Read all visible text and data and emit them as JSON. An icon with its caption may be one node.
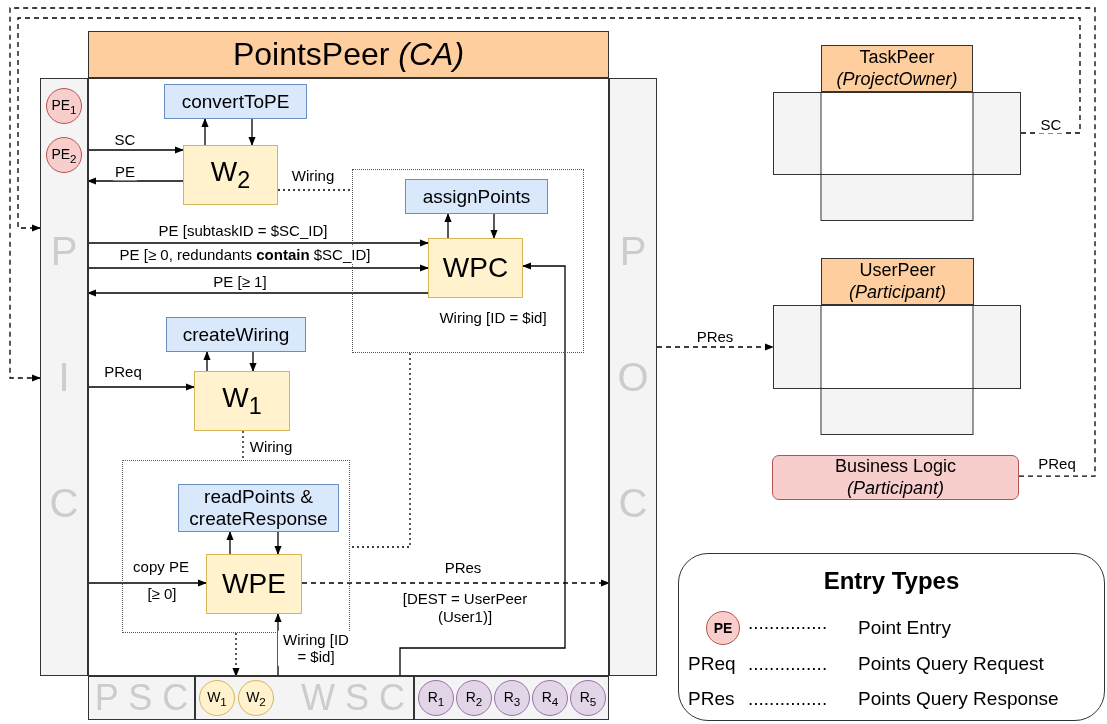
{
  "diagram": {
    "nodes": [
      {
        "text": [
          "PointsPeer *(CA)*"
        ]
      },
      {
        "text": [
          "P",
          "I",
          "C"
        ]
      },
      {
        "text": [
          "PE$_{1}$"
        ],
        "in": 1
      },
      {
        "text": [
          "PE$_{2}$"
        ],
        "in": 1
      },
      {
        "text": [],
        "shape": "box"
      },
      {
        "text": [
          "convertToPE"
        ],
        "in": 4
      },
      {
        "text": [
          "W$_{2}$"
        ],
        "in": 4
      },
      {
        "text": [],
        "shape": "box",
        "in": 4
      },
      {
        "text": [
          "assignPoints"
        ],
        "in": 7
      },
      {
        "text": [
          "WPC"
        ],
        "in": 7
      },
      {
        "text": [
          "createWiring"
        ],
        "in": 4
      },
      {
        "text": [
          "W$_{1}$"
        ],
        "in": 4
      },
      {
        "text": [],
        "shape": "box",
        "in": 4
      },
      {
        "text": [
          "readPoints & createResponse"
        ],
        "in": 12
      },
      {
        "text": [
          "WPE"
        ],
        "in": 12
      },
      {
        "text": [
          "P",
          "O",
          "C"
        ]
      },
      {
        "text": [
          "P S C"
        ]
      },
      {
        "text": [
          "W S C"
        ]
      },
      {
        "text": [
          "W$_{1}$"
        ],
        "in": 17
      },
      {
        "text": [
          "W$_{2}$"
        ],
        "in": 17
      },
      {
        "text": [],
        "shape": "box"
      },
      {
        "text": [
          "R$_{1}$"
        ],
        "in": 20
      },
      {
        "text": [
          "R$_{2}$"
        ],
        "in": 20
      },
      {
        "text": [
          "R$_{3}$"
        ],
        "in": 20
      },
      {
        "text": [
          "R$_{4}$"
        ],
        "in": 20
      },
      {
        "text": [
          "R$_{5}$"
        ],
        "in": 20
      },
      {
        "text": [
          "TaskPeer",
          "(ProjectOwner)"
        ]
      },
      {
        "text": [],
        "shape": "cross"
      },
      {
        "text": [
          "UserPeer",
          "(Participant)"
        ]
      },
      {
        "text": [],
        "shape": "cross"
      },
      {
        "text": [
          "Business Logic",
          "(Participant)"
        ]
      },
      {
        "text": [
          "Entry Types"
        ]
      },
      {
        "text": [
          "PE"
        ],
        "in": 31
      }
    ],
    "edges": [
      {
        "from": 1,
        "to": 6,
        "arrow": "to",
        "label": "SC"
      },
      {
        "from": 6,
        "to": 1,
        "arrow": "to",
        "label": "PE"
      },
      {
        "from": 6,
        "to": 5,
        "arrow": "to"
      },
      {
        "from": 5,
        "to": 6,
        "arrow": "to"
      },
      {
        "from": 6,
        "to": 7,
        "arrow": "none",
        "label": "Wiring",
        "style": "dashed"
      },
      {
        "from": 1,
        "to": 9,
        "arrow": "to",
        "label": "PE [subtaskID = $SC_ID]"
      },
      {
        "from": 1,
        "to": 9,
        "arrow": "to",
        "label": "PE [≥ 0, redundants **contain** $SC_ID]"
      },
      {
        "from": 9,
        "to": 1,
        "arrow": "to",
        "label": "PE [≥ 1]"
      },
      {
        "from": 9,
        "to": 8,
        "arrow": "to"
      },
      {
        "from": 8,
        "to": 9,
        "arrow": "to"
      },
      {
        "from": 20,
        "to": 9,
        "arrow": "to",
        "label": "Wiring [ID = $id]"
      },
      {
        "from": 11,
        "to": 10,
        "arrow": "to"
      },
      {
        "from": 10,
        "to": 11,
        "arrow": "to"
      },
      {
        "from": 1,
        "to": 11,
        "arrow": "to",
        "label": "PReq"
      },
      {
        "from": 11,
        "to": 12,
        "arrow": "none",
        "label": "Wiring",
        "style": "dashed"
      },
      {
        "from": 7,
        "to": 12,
        "arrow": "none",
        "style": "dashed"
      },
      {
        "from": 14,
        "to": 13,
        "arrow": "to"
      },
      {
        "from": 13,
        "to": 14,
        "arrow": "to"
      },
      {
        "from": 1,
        "to": 14,
        "arrow": "to",
        "label": "copy PE"
      },
      {
        "from": 14,
        "to": 15,
        "arrow": "to",
        "label": "PRes",
        "style": "dashed"
      },
      {
        "from": 12,
        "to": 17,
        "arrow": "to",
        "style": "dashed"
      },
      {
        "from": 17,
        "to": 14,
        "arrow": "to",
        "label": "Wiring [ID = $id]"
      },
      {
        "from": 15,
        "to": 29,
        "arrow": "to",
        "label": "PRes",
        "style": "dashed"
      },
      {
        "from": 27,
        "to": 1,
        "arrow": "to",
        "label": "SC",
        "style": "dashed"
      },
      {
        "from": 30,
        "to": 1,
        "arrow": "to",
        "label": "PReq",
        "style": "dashed"
      }
    ],
    "labels": [
      "[≥ 0]",
      "[DEST = UserPeer (User1)]",
      "...............",
      "Point Entry",
      "PReq",
      "...............",
      "Points Query Request",
      "PRes",
      "...............",
      "Points Query Response"
    ]
  }
}
